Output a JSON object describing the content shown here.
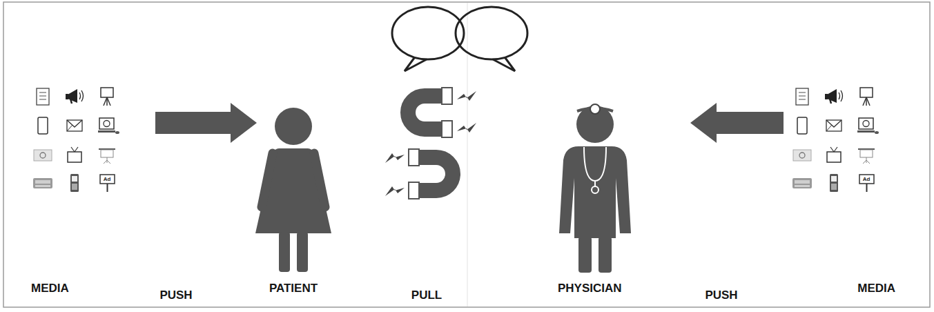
{
  "diagram": {
    "nodes": [
      {
        "text": [
          "MEDIA"
        ]
      },
      {
        "text": [
          "PATIENT"
        ]
      },
      {
        "text": [
          "PHYSICIAN"
        ]
      },
      {
        "text": [
          "MEDIA"
        ]
      }
    ],
    "edges": [
      {
        "from": 0,
        "to": 1,
        "label": "PUSH",
        "arrow": "to"
      },
      {
        "from": 3,
        "to": 2,
        "label": "PUSH",
        "arrow": "to"
      }
    ],
    "labels": [
      "PULL",
      "Ad",
      "Ad"
    ]
  }
}
